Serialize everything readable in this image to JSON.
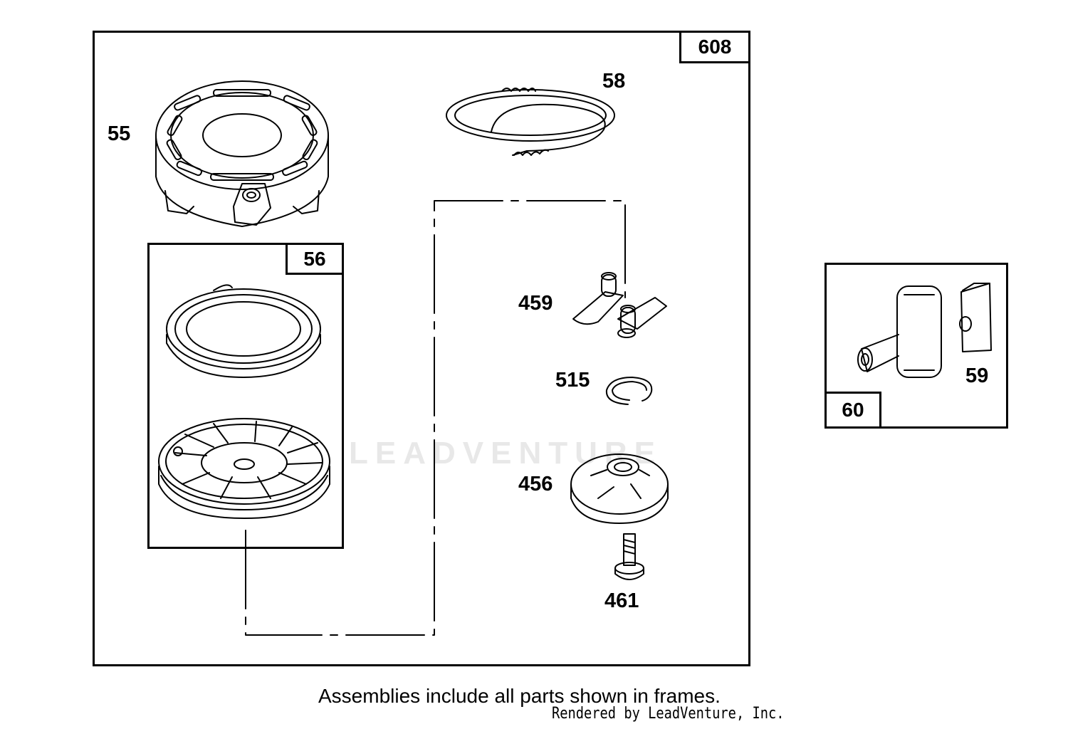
{
  "diagram": {
    "frames": {
      "main": "608",
      "inner": "56",
      "side": "60"
    },
    "callouts": {
      "p55": "55",
      "p58": "58",
      "p459": "459",
      "p515": "515",
      "p456": "456",
      "p461": "461",
      "p59": "59"
    },
    "watermark": "LEADVENTURE",
    "footer": {
      "note": "Assemblies include all parts shown in frames.",
      "credit": "Rendered by LeadVenture, Inc."
    }
  }
}
